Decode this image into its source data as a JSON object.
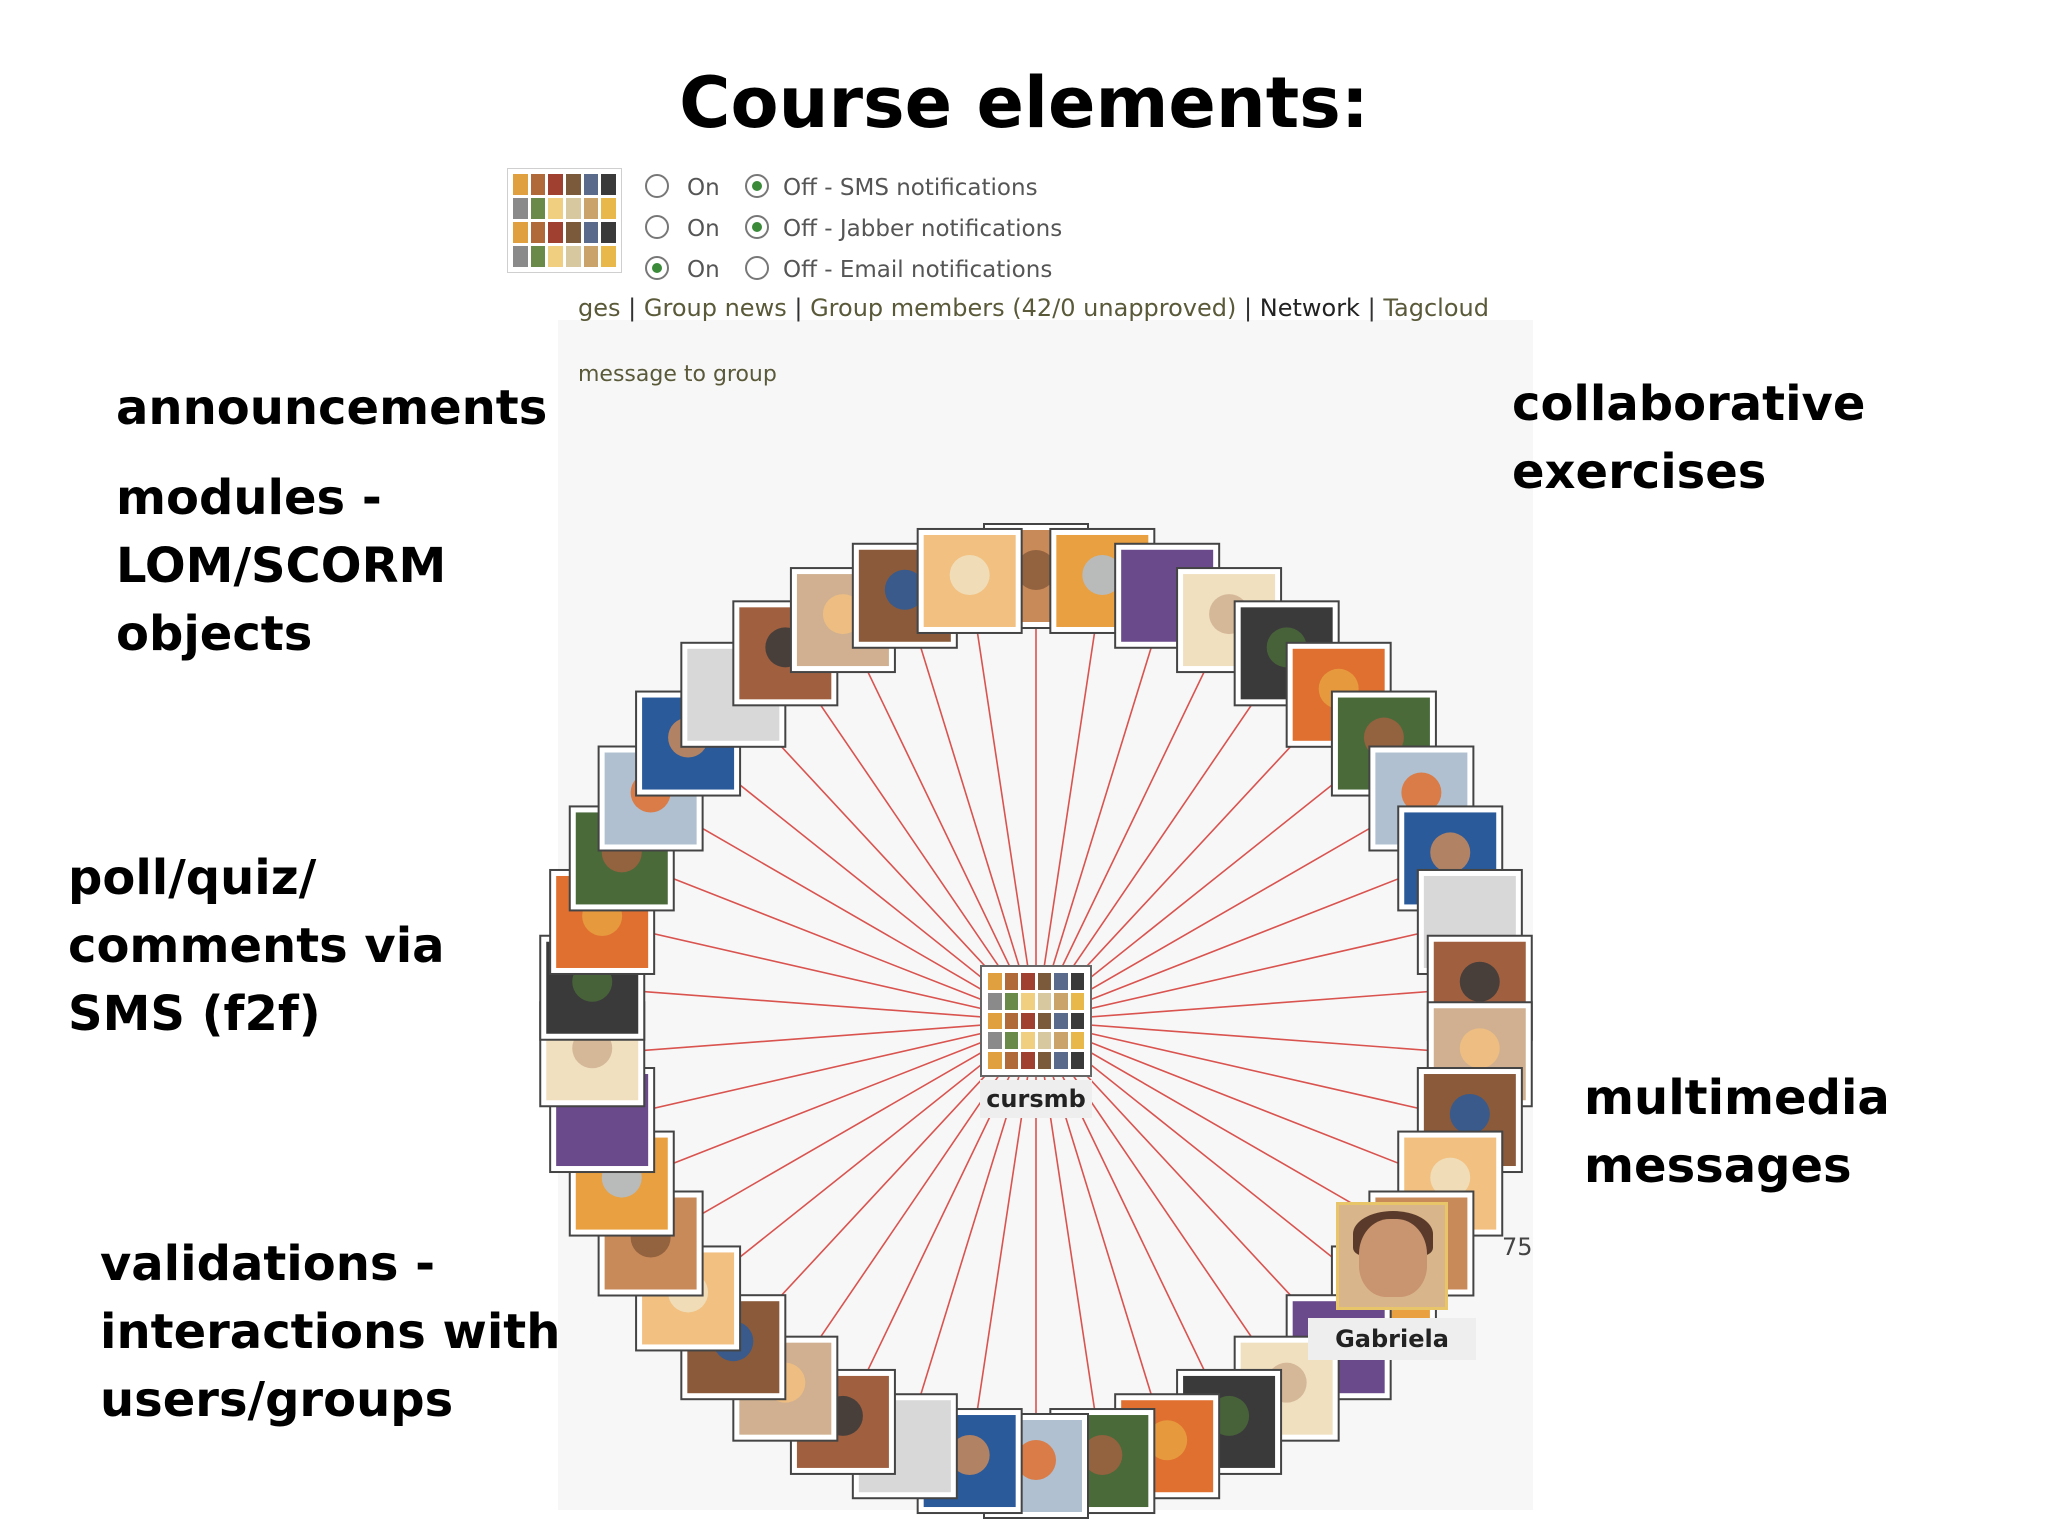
{
  "title": "Course elements:",
  "labels": {
    "announcements": "announcements",
    "modules": "modules -\nLOM/SCORM\nobjects",
    "poll": "poll/quiz/\ncomments via\nSMS (f2f)",
    "validations": "validations -\ninteractions with\nusers/groups",
    "collaborative": "collaborative\nexercises",
    "multimedia": "multimedia\nmessages"
  },
  "notifications": [
    {
      "on_label": "On",
      "off_label": "Off - SMS notifications",
      "selected": "off"
    },
    {
      "on_label": "On",
      "off_label": "Off - Jabber notifications",
      "selected": "off"
    },
    {
      "on_label": "On",
      "off_label": "Off - Email notifications",
      "selected": "on"
    }
  ],
  "group_tabs": {
    "messages_partial": "ges",
    "separator": "|",
    "group_news": "Group news",
    "group_members": "Group members (42/0 unapproved)",
    "network": "Network",
    "tagcloud": "Tagcloud"
  },
  "send_message": "message to group",
  "network": {
    "center_label": "cursmb",
    "selected_label": "Gabriela",
    "count": "75",
    "line_color": "#d9534f"
  }
}
